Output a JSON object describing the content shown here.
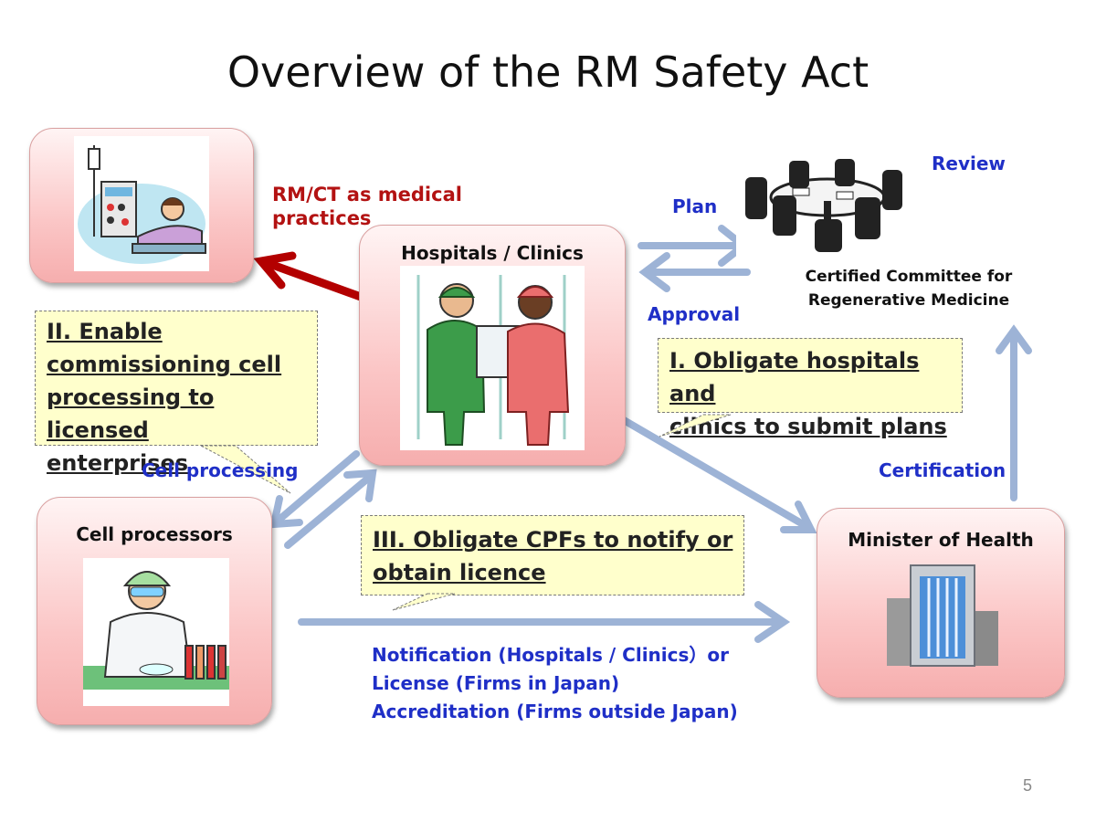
{
  "slide": {
    "title": "Overview of the RM Safety Act",
    "page_number": "5"
  },
  "nodes": {
    "patient": {
      "icon": "patient-dialysis-icon"
    },
    "hospitals": {
      "label": "Hospitals / Clinics",
      "icon": "doctors-icon"
    },
    "cell_processors": {
      "label": "Cell processors",
      "icon": "lab-scientist-icon"
    },
    "minister": {
      "label": "Minister of Health",
      "icon": "building-icon"
    },
    "committee": {
      "label_line1": "Certified Committee for",
      "label_line2": "Regenerative Medicine",
      "icon": "meeting-table-icon"
    }
  },
  "edge_labels": {
    "rm_ct_line1": "RM/CT as medical",
    "rm_ct_line2": "practices",
    "plan": "Plan",
    "approval": "Approval",
    "review": "Review",
    "certification": "Certification",
    "cell_processing": "Cell processing",
    "notification_line1": "Notification (Hospitals / Clinics）or",
    "notification_line2": "License (Firms in Japan)",
    "notification_line3": "Accreditation (Firms outside Japan)"
  },
  "callouts": {
    "one_line1": "I. Obligate hospitals and",
    "one_line2": "clinics to submit plans",
    "two_line1": "II. Enable",
    "two_line2": "commissioning cell",
    "two_line3": "processing to licensed",
    "two_line4": "enterprises",
    "three_line1": "III. Obligate CPFs to notify or",
    "three_line2": "obtain licence"
  },
  "colors": {
    "arrow_blue": "#9db3d6",
    "arrow_red": "#b30000",
    "text_blue": "#1f2fc7",
    "text_red": "#b31212",
    "callout_bg": "#ffffcc"
  }
}
